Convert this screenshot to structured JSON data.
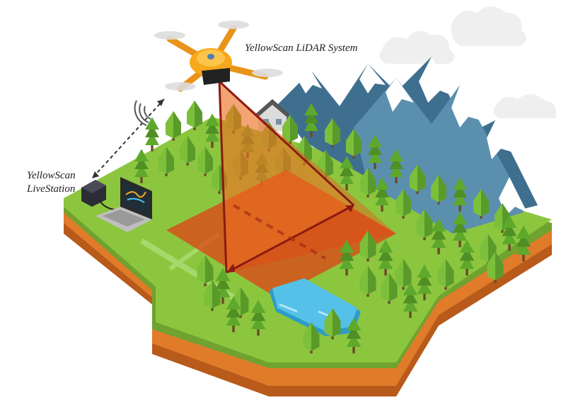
{
  "labels": {
    "lidar_system": "YellowScan LiDAR System",
    "livestation_line1": "YellowScan",
    "livestation_line2": "LiveStation"
  },
  "colors": {
    "grass": "#8cc63f",
    "grass_dark": "#6fa22e",
    "soil": "#e07b2a",
    "soil_dark": "#b85a1a",
    "tree": "#7cbf3a",
    "tree_shadow": "#4f8f24",
    "drone_body": "#f7a81b",
    "scan_beam": "#e8561a",
    "scan_line": "#8b1a12",
    "water": "#55c1e8",
    "mountain": "#3f6f8f",
    "snow": "#ffffff",
    "cloud": "#eeeeee"
  },
  "icons": [
    "drone-icon",
    "wifi-signal-icon",
    "laptop-icon",
    "livestation-icon",
    "house-icon",
    "mountain-icon",
    "cloud-icon",
    "tree-icon",
    "lake-icon"
  ]
}
